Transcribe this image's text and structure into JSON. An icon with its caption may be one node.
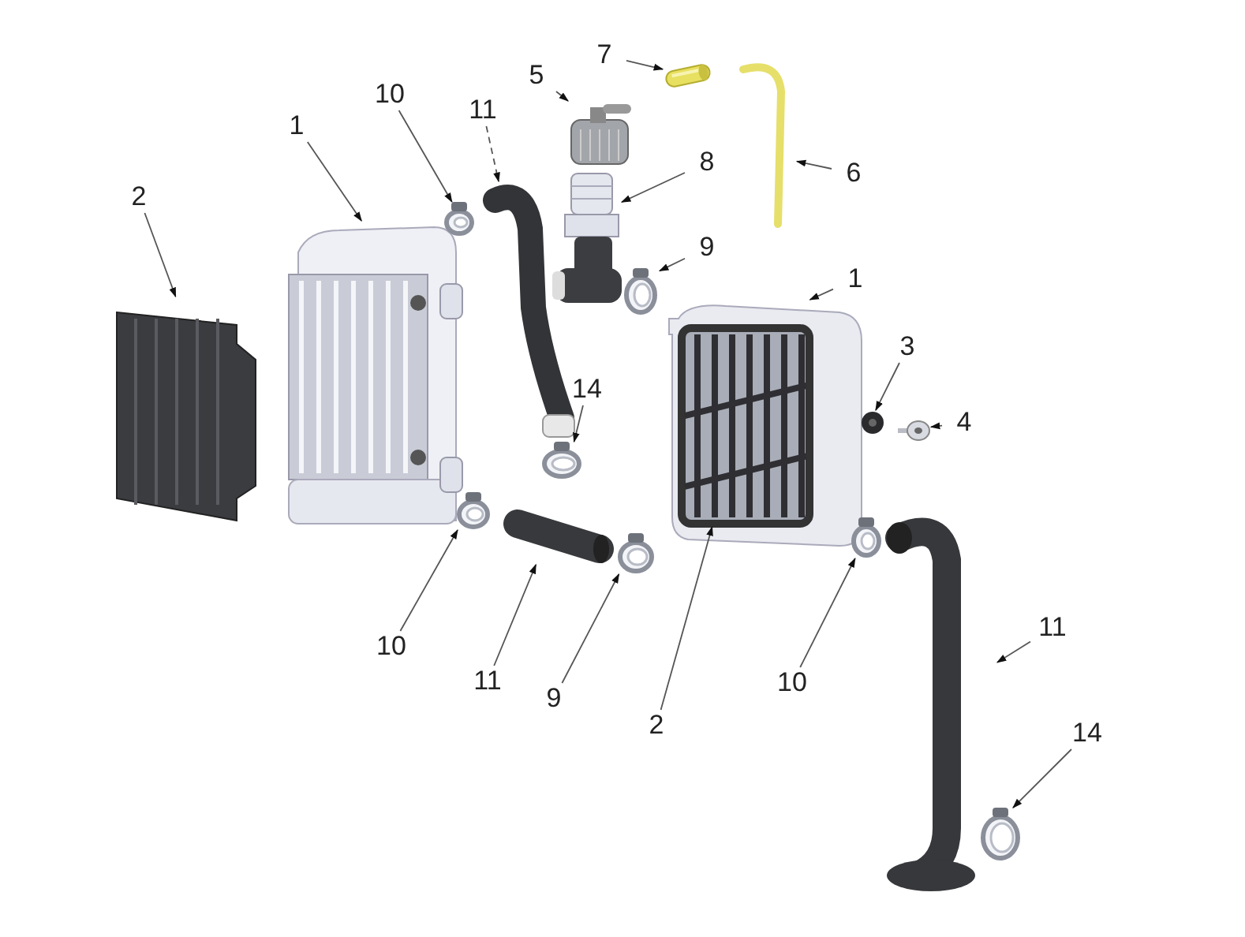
{
  "diagram": {
    "nodes": [
      {
        "text": [
          "1"
        ]
      },
      {
        "text": [
          "10"
        ]
      },
      {
        "text": [
          "11"
        ]
      },
      {
        "text": [
          "2"
        ]
      },
      {
        "text": [
          "7"
        ]
      },
      {
        "text": [
          "5"
        ]
      },
      {
        "text": [
          "6"
        ]
      },
      {
        "text": [
          "8"
        ]
      },
      {
        "text": [
          "9"
        ]
      },
      {
        "text": [
          "1"
        ]
      },
      {
        "text": [
          "3"
        ]
      },
      {
        "text": [
          "4"
        ]
      },
      {
        "text": [
          "14"
        ]
      },
      {
        "text": [
          "10"
        ]
      },
      {
        "text": [
          "11"
        ]
      },
      {
        "text": [
          "9"
        ]
      },
      {
        "text": [
          "2"
        ]
      },
      {
        "text": [
          "10"
        ]
      },
      {
        "text": [
          "11"
        ]
      },
      {
        "text": [
          "14"
        ]
      },
      {
        "text": [],
        "shape": "picture"
      },
      {
        "text": [],
        "shape": "picture"
      },
      {
        "text": [],
        "shape": "picture"
      },
      {
        "text": [],
        "shape": "picture"
      },
      {
        "text": [],
        "shape": "picture"
      },
      {
        "text": [],
        "shape": "picture"
      },
      {
        "text": [],
        "shape": "picture"
      },
      {
        "text": [],
        "shape": "picture"
      },
      {
        "text": [],
        "shape": "picture"
      },
      {
        "text": [],
        "shape": "picture"
      },
      {
        "text": [],
        "shape": "picture"
      },
      {
        "text": [],
        "shape": "picture"
      },
      {
        "text": [],
        "shape": "picture"
      },
      {
        "text": [],
        "shape": "picture"
      },
      {
        "text": [],
        "shape": "picture"
      },
      {
        "text": [],
        "shape": "picture"
      },
      {
        "text": [],
        "shape": "picture",
        "in": 29
      },
      {
        "text": [],
        "shape": "picture"
      },
      {
        "text": [],
        "shape": "picture"
      },
      {
        "text": [],
        "shape": "picture"
      }
    ],
    "edges": [
      {
        "from": 0,
        "to": 20,
        "arrow": "to"
      },
      {
        "from": 1,
        "to": 21,
        "arrow": "to"
      },
      {
        "from": 2,
        "to": 22,
        "arrow": "to",
        "style": "dashed"
      },
      {
        "from": 3,
        "to": 23,
        "arrow": "to"
      },
      {
        "from": 4,
        "to": 24,
        "arrow": "to"
      },
      {
        "from": 5,
        "to": 25,
        "arrow": "to"
      },
      {
        "from": 6,
        "to": 26,
        "arrow": "to"
      },
      {
        "from": 7,
        "to": 27,
        "arrow": "to"
      },
      {
        "from": 8,
        "to": 28,
        "arrow": "to"
      },
      {
        "from": 9,
        "to": 29,
        "arrow": "to"
      },
      {
        "from": 10,
        "to": 30,
        "arrow": "to"
      },
      {
        "from": 11,
        "to": 31,
        "arrow": "to"
      },
      {
        "from": 12,
        "to": 32,
        "arrow": "to"
      },
      {
        "from": 13,
        "to": 33,
        "arrow": "to"
      },
      {
        "from": 14,
        "to": 34,
        "arrow": "to"
      },
      {
        "from": 15,
        "to": 35,
        "arrow": "to"
      },
      {
        "from": 16,
        "to": 36,
        "arrow": "to"
      },
      {
        "from": 17,
        "to": 37,
        "arrow": "to"
      },
      {
        "from": 18,
        "to": 38,
        "arrow": "to"
      },
      {
        "from": 19,
        "to": 39,
        "arrow": "to"
      }
    ]
  }
}
